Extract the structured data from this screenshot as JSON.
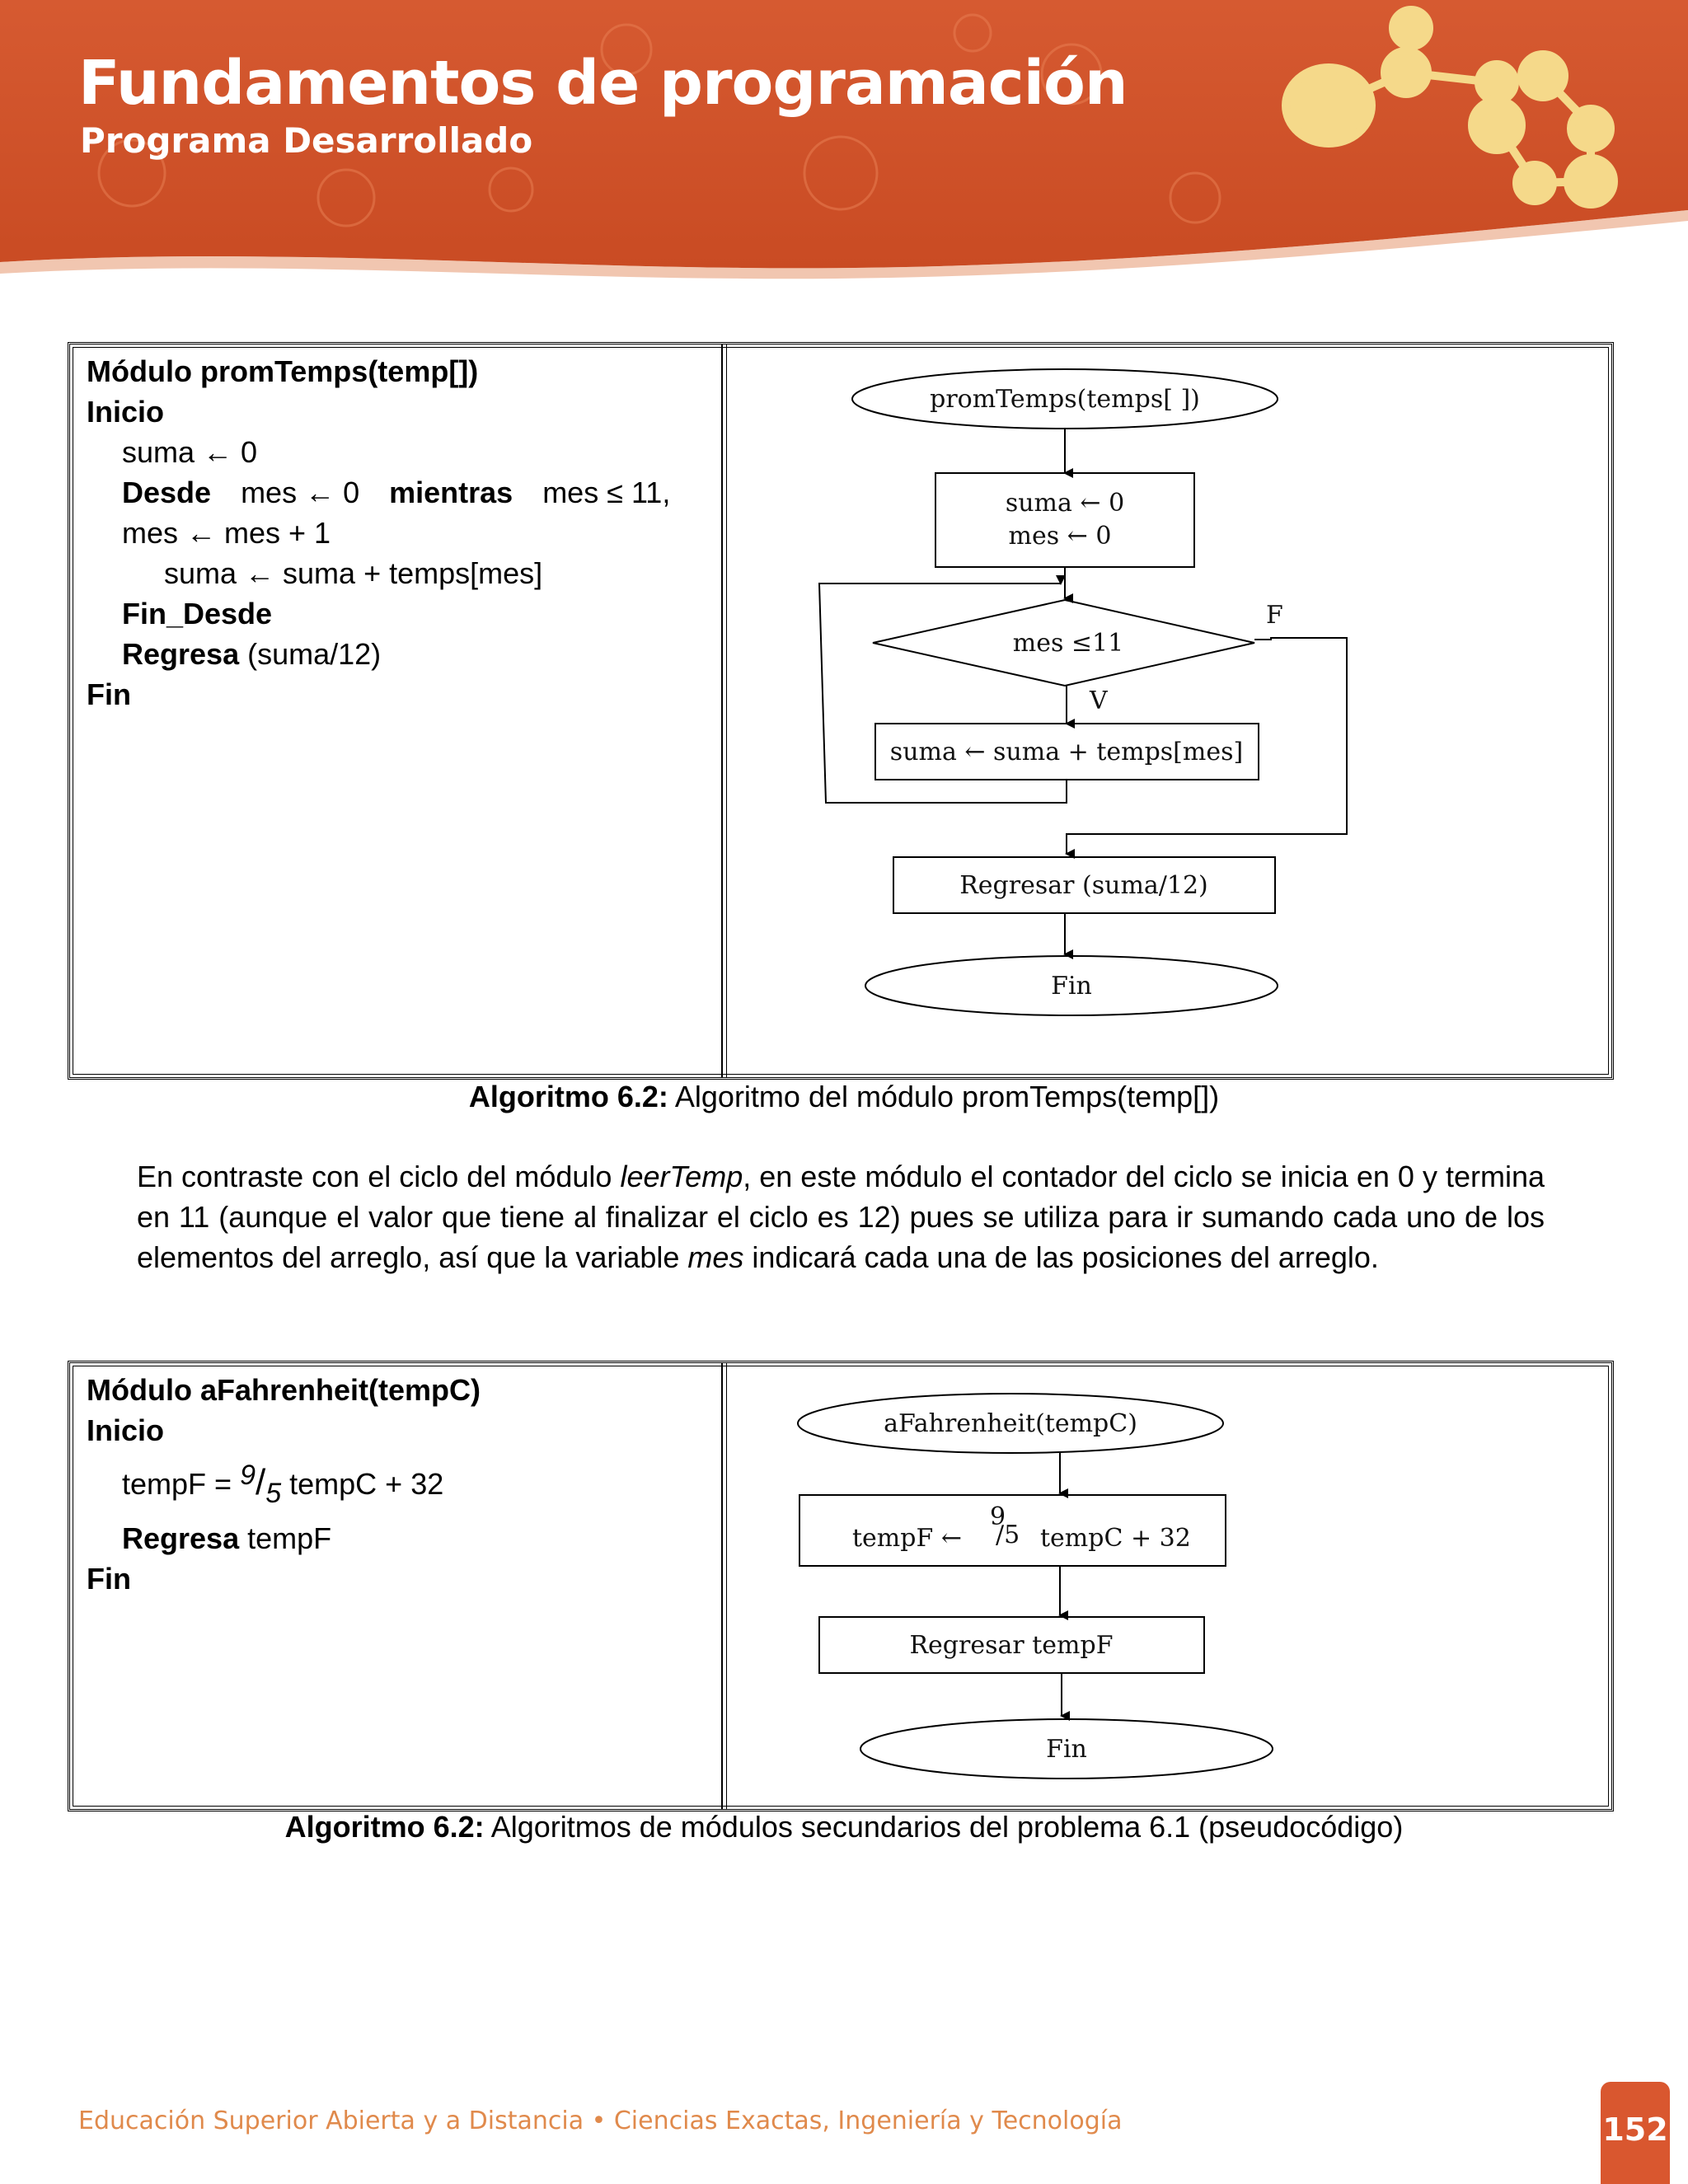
{
  "header": {
    "title": "Fundamentos de programación",
    "subtitle": "Programa Desarrollado"
  },
  "colors": {
    "banner": "#d9572f",
    "banner_dark": "#c0451f",
    "accent_orange": "#e08a4c",
    "molecule": "#f5d98a"
  },
  "algo1": {
    "pseudo": {
      "l1": "Módulo promTemps(temp[])",
      "l2": "Inicio",
      "l3": "suma ← 0",
      "l4_kw1": "Desde",
      "l4_a": "mes ← 0",
      "l4_kw2": "mientras",
      "l4_b": "mes ≤ 11,",
      "l5": "mes ← mes + 1",
      "l6": "suma ← suma + temps[mes]",
      "l7": "Fin_Desde",
      "l8_kw": "Regresa",
      "l8_val": "(suma/12)",
      "l9": "Fin"
    },
    "flow": {
      "start": "promTemps(temps[ ])",
      "init1": "suma ← 0",
      "init2": "mes ← 0",
      "cond": "mes ≤11",
      "false_label": "F",
      "true_label": "V",
      "body": "suma ← suma + temps[mes]",
      "ret": "Regresar (suma/12)",
      "end": "Fin"
    },
    "caption_bold": "Algoritmo 6.2:",
    "caption_text": " Algoritmo del módulo promTemps(temp[])"
  },
  "paragraph": {
    "p1": "En contraste con el ciclo del módulo ",
    "p1_i": "leerTemp",
    "p2": ", en este módulo el contador del ciclo se inicia en 0 y termina en 11 (aunque el valor que tiene al finalizar el ciclo es 12) pues se utiliza para ir sumando cada uno de los elementos del arreglo, así que la variable ",
    "p2_i": "mes",
    "p3": " indicará cada una de las posiciones del arreglo."
  },
  "algo2": {
    "pseudo": {
      "l1": "Módulo aFahrenheit(tempC)",
      "l2": "Inicio",
      "l3_a": "tempF = ",
      "l3_num": "9",
      "l3_slash": "/",
      "l3_den": "5",
      "l3_b": " tempC + 32",
      "l4_kw": "Regresa",
      "l4_val": " tempF",
      "l5": "Fin"
    },
    "flow": {
      "start": "aFahrenheit(tempC)",
      "assign_a": "tempF ←",
      "assign_frac_num": "9",
      "assign_frac_den": "/5",
      "assign_b": "tempC + 32",
      "ret": "Regresar tempF",
      "end": "Fin"
    },
    "caption_bold": "Algoritmo 6.2:",
    "caption_text": " Algoritmos de módulos secundarios del problema 6.1 (pseudocódigo)"
  },
  "footer": {
    "text": "Educación Superior Abierta y a Distancia • Ciencias Exactas, Ingeniería y Tecnología",
    "page": "152"
  }
}
